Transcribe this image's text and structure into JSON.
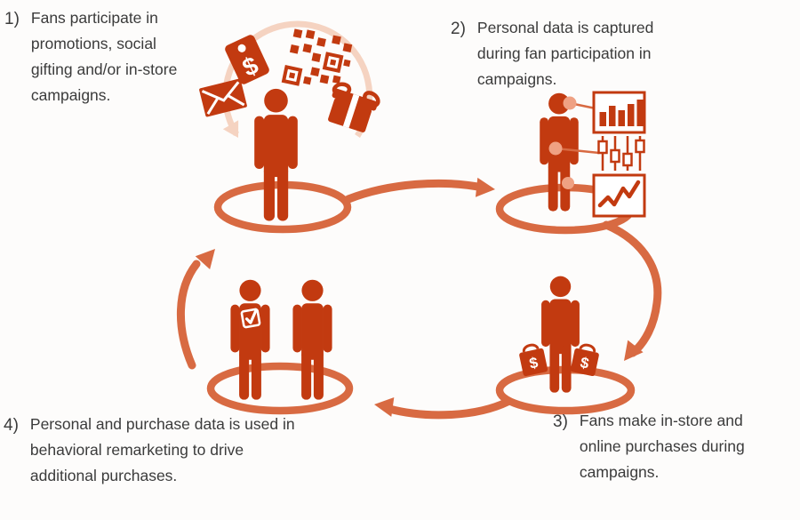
{
  "diagram": {
    "steps": [
      {
        "number": "1)",
        "lines": [
          "Fans participate in",
          "promotions, social",
          "gifting and/or in-store",
          "campaigns."
        ]
      },
      {
        "number": "2)",
        "lines": [
          "Personal data is captured",
          "during fan participation in",
          "campaigns."
        ]
      },
      {
        "number": "3)",
        "lines": [
          "Fans make in-store and",
          "online purchases during",
          "campaigns."
        ]
      },
      {
        "number": "4)",
        "lines": [
          "Personal and purchase data is used in",
          "behavioral remarketing to drive",
          "additional purchases."
        ]
      }
    ],
    "symbols": {
      "dollar": "$"
    },
    "colors": {
      "figure": "#c23a10",
      "flow": "#d86a42",
      "faint": "#f5d3c1",
      "dot": "#efa183",
      "text": "#3b3b3b",
      "background": "#fdfcfb"
    }
  }
}
